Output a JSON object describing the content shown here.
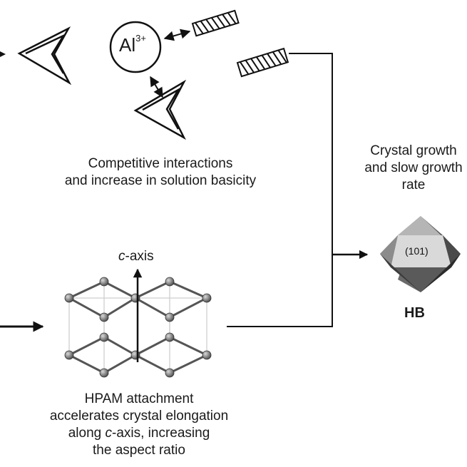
{
  "ion": {
    "symbol": "Al",
    "charge": "3+"
  },
  "top_caption": {
    "line1": "Competitive interactions",
    "line2": "and increase in solution basicity"
  },
  "right_caption": {
    "line1": "Crystal growth",
    "line2": "and slow growth",
    "line3": "rate"
  },
  "crystal": {
    "face_label": "(101)",
    "name": "HB"
  },
  "axis": {
    "italic": "c",
    "rest": "-axis"
  },
  "bottom_caption": {
    "line1": "HPAM attachment",
    "line2": "accelerates crystal elongation",
    "line3_italic_prefix": "along ",
    "line3_italic": "c",
    "line3_rest": "-axis, increasing",
    "line4": "the aspect ratio"
  }
}
